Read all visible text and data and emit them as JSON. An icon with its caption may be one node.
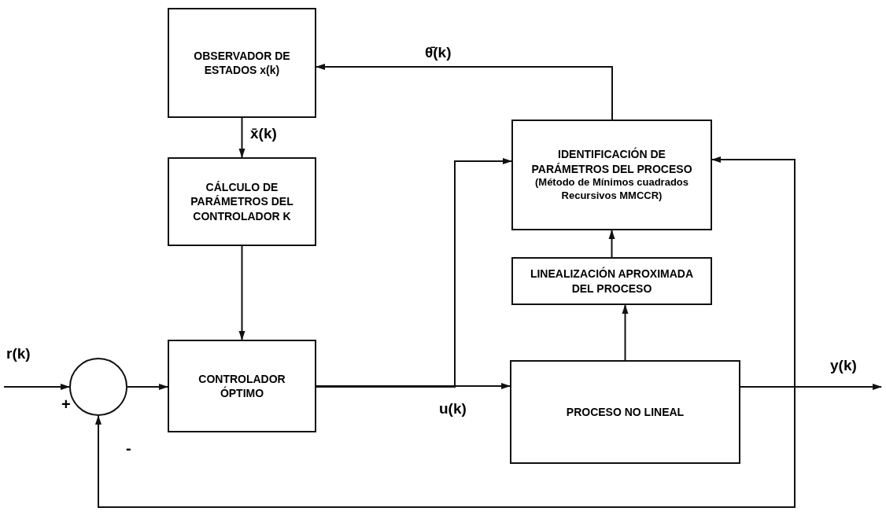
{
  "diagram": {
    "nodes": [
      {
        "text": [
          "OBSERVADOR DE ESTADOS x(k)"
        ]
      },
      {
        "text": [
          "IDENTIFICACIÓN DE PARÁMETROS DEL PROCESO",
          "(Método de Mínimos cuadrados Recursivos MMCCR)"
        ]
      },
      {
        "text": [
          "CÁLCULO DE PARÁMETROS DEL CONTROLADOR K"
        ]
      },
      {
        "text": [
          "LINEALIZACIÓN APROXIMADA DEL PROCESO"
        ]
      },
      {
        "text": [],
        "shape": "circle"
      },
      {
        "text": [
          "CONTROLADOR ÓPTIMO"
        ]
      },
      {
        "text": [
          "PROCESO NO LINEAL"
        ]
      }
    ],
    "edges": [
      {
        "from": null,
        "to": 4,
        "arrow": "to",
        "label": "r(k)"
      },
      {
        "from": 4,
        "to": 5,
        "arrow": "to"
      },
      {
        "from": 5,
        "to": 6,
        "arrow": "to",
        "label": "u(k)"
      },
      {
        "from": 5,
        "to": 1,
        "arrow": "to"
      },
      {
        "from": 6,
        "to": null,
        "arrow": "to",
        "label": "y(k)"
      },
      {
        "from": 6,
        "to": 1,
        "arrow": "to"
      },
      {
        "from": 6,
        "to": 4,
        "arrow": "to"
      },
      {
        "from": 6,
        "to": 3,
        "arrow": "to"
      },
      {
        "from": 3,
        "to": 1,
        "arrow": "to"
      },
      {
        "from": 1,
        "to": 0,
        "arrow": "to",
        "label": "θ̄(k)"
      },
      {
        "from": 0,
        "to": 2,
        "arrow": "to",
        "label": "x̄(k)"
      },
      {
        "from": 2,
        "to": 5,
        "arrow": "to"
      }
    ],
    "labels": [
      "+",
      "-"
    ]
  }
}
